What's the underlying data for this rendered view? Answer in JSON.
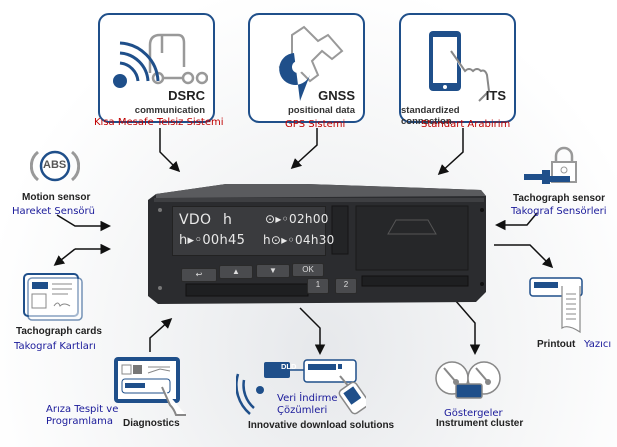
{
  "diagram": {
    "title": "Digital tachograph system overview",
    "top_boxes": [
      {
        "id": "dsrc",
        "title": "DSRC",
        "subtitle": "communication",
        "tr_label": "Kısa Mesafe Telsiz Sistemi",
        "icon": "truck-signal-icon"
      },
      {
        "id": "gnss",
        "title": "GNSS",
        "subtitle": "positional data",
        "tr_label": "GPS Sistemi",
        "icon": "satellite-pin-icon"
      },
      {
        "id": "its",
        "title": "ITS",
        "subtitle": "standardized connection",
        "tr_label": "Standart Arabirim",
        "icon": "tablet-touch-icon"
      }
    ],
    "left_items": [
      {
        "id": "motion",
        "en_label": "Motion sensor",
        "tr_label": "Hareket Sensörü",
        "icon": "abs-icon",
        "icon_text": "ABS"
      },
      {
        "id": "cards",
        "en_label": "Tachograph cards",
        "tr_label": "Takograf Kartları",
        "icon": "id-card-icon"
      }
    ],
    "right_items": [
      {
        "id": "tsensor",
        "en_label": "Tachograph sensor",
        "tr_label": "Takograf Sensörleri",
        "icon": "lock-sensor-icon"
      },
      {
        "id": "printout",
        "en_label": "Printout",
        "tr_label": "Yazıcı",
        "icon": "printout-icon"
      }
    ],
    "bottom_items": [
      {
        "id": "diag",
        "en_label": "Diagnostics",
        "tr_label_line1": "Arıza Tespit ve",
        "tr_label_line2": "Programlama",
        "icon": "diagnostics-tablet-icon"
      },
      {
        "id": "dld",
        "en_label": "Innovative download solutions",
        "tr_label_line1": "Veri İndirme",
        "tr_label_line2": "Çözümleri",
        "icon": "download-key-icon",
        "badge": "DLD"
      },
      {
        "id": "cluster",
        "en_label": "Instrument cluster",
        "tr_label": "Göstergeler",
        "icon": "gauges-icon"
      }
    ],
    "device": {
      "display_line1_left": "VDO",
      "display_line1_mid": "h",
      "display_line1_right": "⊙▸◦02h00",
      "display_line2_left": "h▸◦00h45",
      "display_line2_right": "h⊙▸◦04h30",
      "buttons": [
        "↩",
        "▲",
        "▼",
        "OK"
      ],
      "card_buttons": [
        "1",
        "2"
      ]
    },
    "colors": {
      "brand_blue": "#1f4f8a",
      "tr_red": "#c00000",
      "tr_blue": "#1a1a9a",
      "device": "#2b2c2f"
    }
  }
}
